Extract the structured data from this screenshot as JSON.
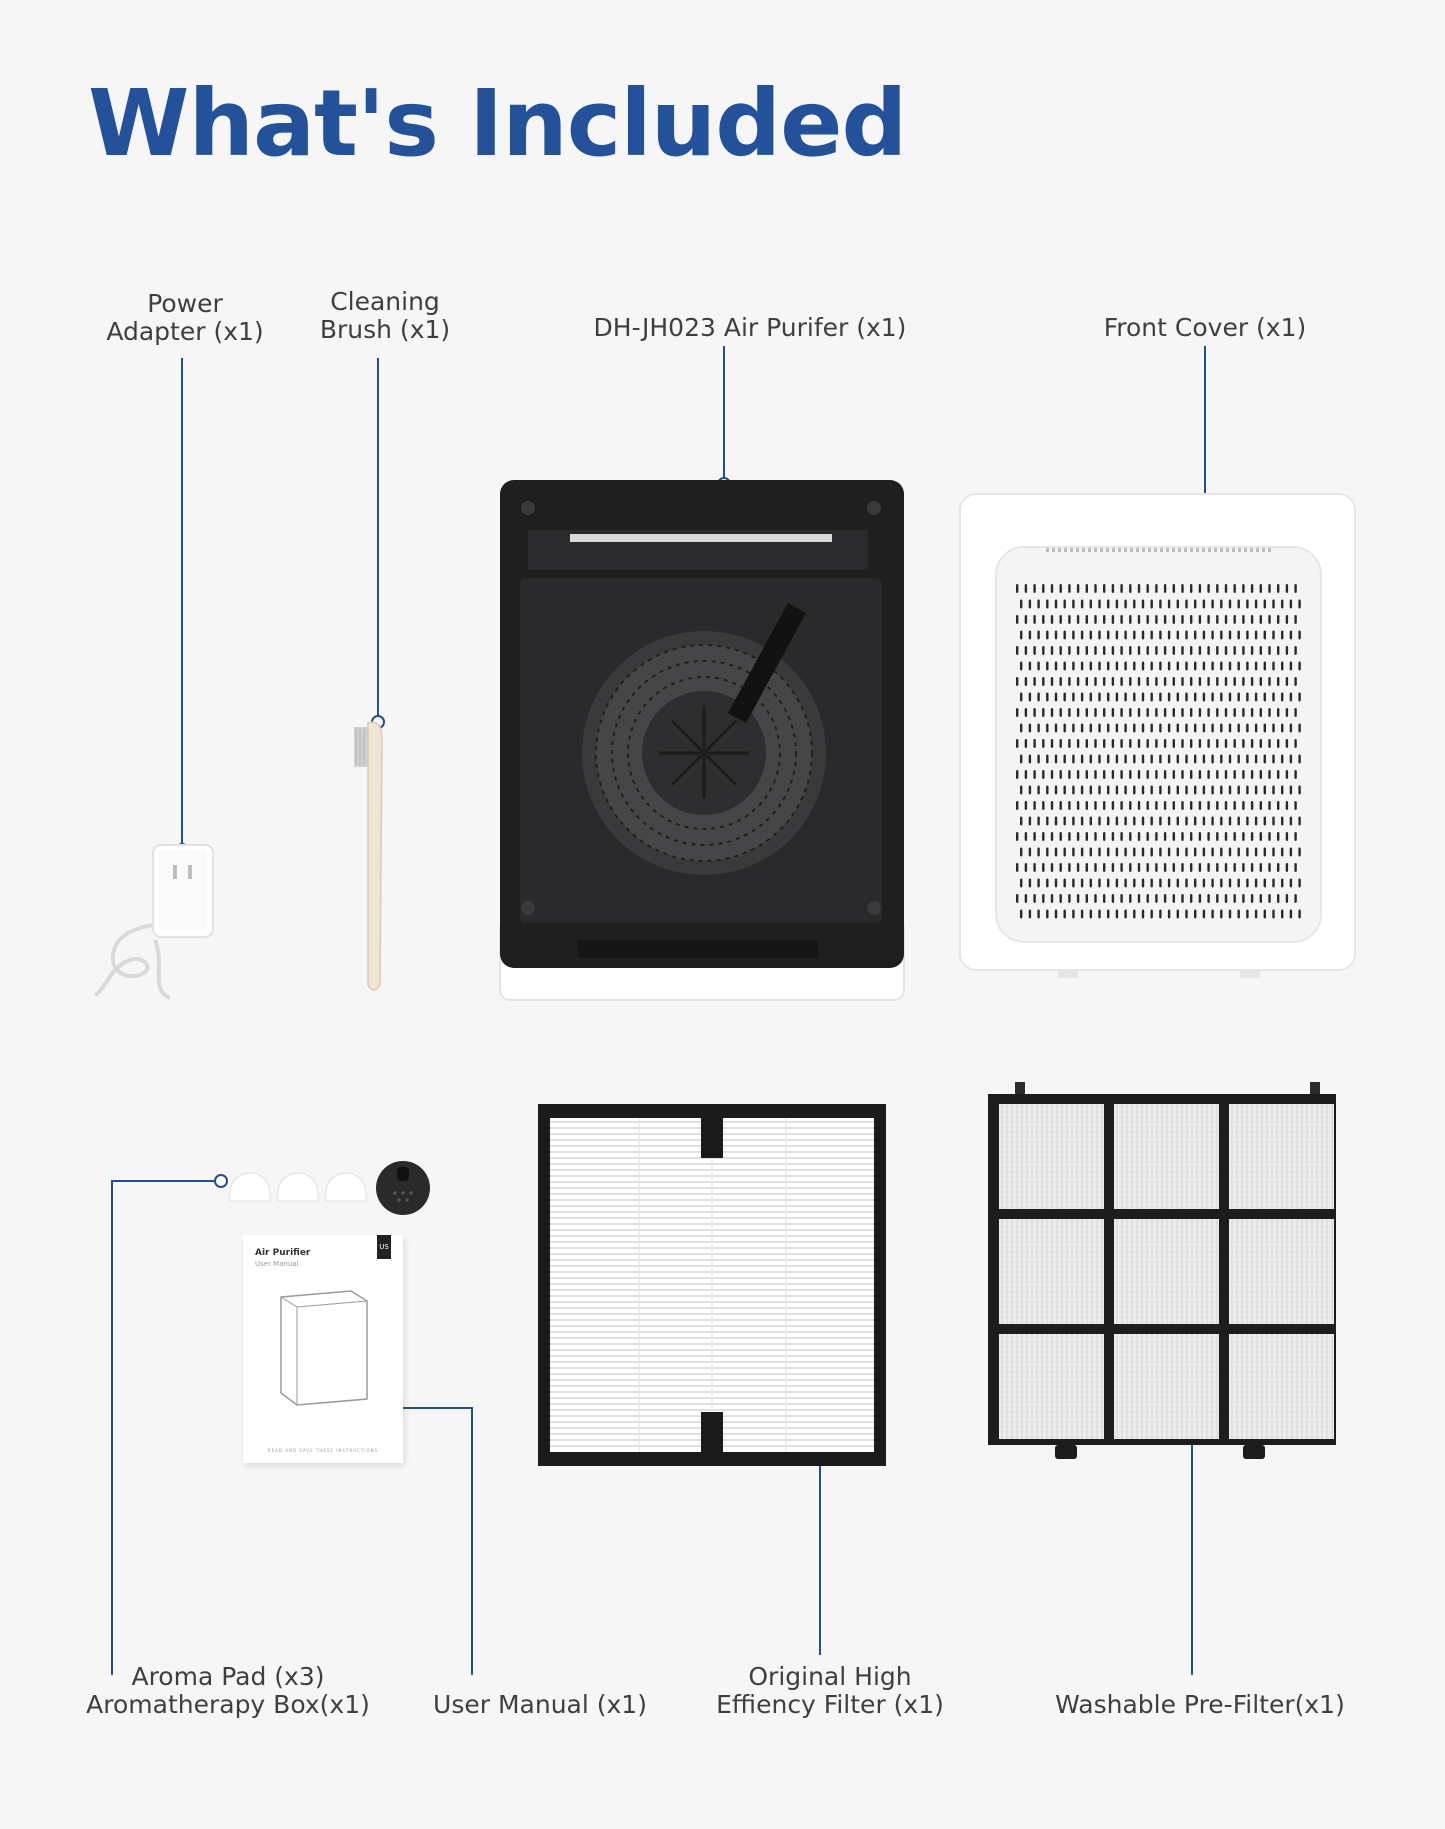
{
  "title": "What's Included",
  "items": {
    "power_adapter": {
      "line1": "Power",
      "line2": "Adapter (x1)"
    },
    "cleaning_brush": {
      "line1": "Cleaning",
      "line2": "Brush (x1)"
    },
    "air_purifier": {
      "line1": "DH-JH023 Air Purifer (x1)"
    },
    "front_cover": {
      "line1": "Front Cover (x1)"
    },
    "aroma": {
      "line1": "Aroma Pad (x3)",
      "line2": "Aromatherapy Box(x1)"
    },
    "user_manual": {
      "line1": "User Manual (x1)"
    },
    "hepa_filter": {
      "line1": "Original High",
      "line2": "Effiency Filter (x1)"
    },
    "pre_filter": {
      "line1": "Washable Pre-Filter(x1)"
    }
  },
  "manual_booklet": {
    "title": "Air Purifier",
    "subtitle": "User Manual",
    "badge": "US",
    "footer": "READ AND SAVE THESE INSTRUCTIONS"
  },
  "colors": {
    "accent": "#23529b",
    "leader": "#1f4f93",
    "background": "#f6f6f7"
  }
}
